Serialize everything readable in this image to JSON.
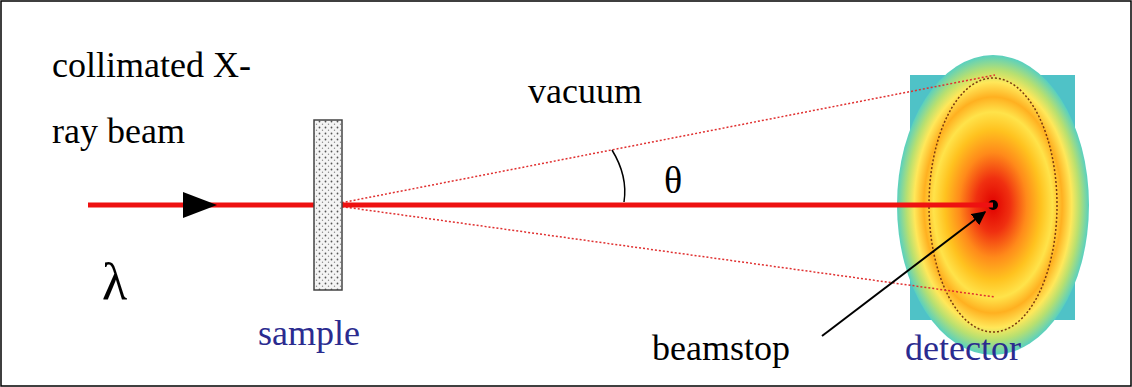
{
  "diagram": {
    "labels": [
      "collimated X-ray beam",
      "λ",
      "vacuum",
      "θ",
      "sample",
      "beamstop",
      "detector"
    ]
  }
}
